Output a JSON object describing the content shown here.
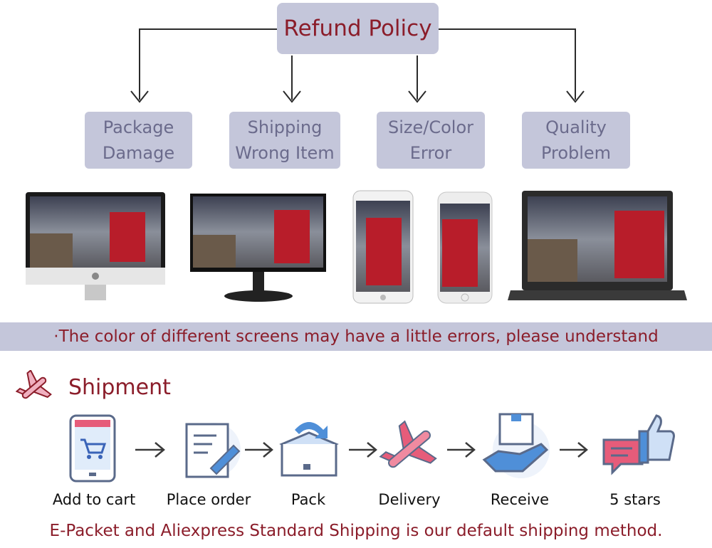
{
  "refund": {
    "title": "Refund Policy",
    "reasons": [
      {
        "line1": "Package",
        "line2": "Damage"
      },
      {
        "line1": "Shipping",
        "line2": "Wrong Item"
      },
      {
        "line1": "Size/Color",
        "line2": "Error"
      },
      {
        "line1": "Quality",
        "line2": "Problem"
      }
    ]
  },
  "devices": [
    "imac-screen",
    "desktop-monitor",
    "white-smartphone",
    "silver-smartphone",
    "laptop"
  ],
  "note": "·The color of different screens may have a little errors, please understand",
  "shipment": {
    "title": "Shipment",
    "steps": [
      "Add to cart",
      "Place order",
      "Pack",
      "Delivery",
      "Receive",
      "5 stars"
    ]
  },
  "footer": "E-Packet and Aliexpress Standard Shipping is our default shipping method.",
  "colors": {
    "accent": "#8b1d2a",
    "box": "#c4c6da",
    "box_text": "#6b6b8c",
    "icon_blue": "#4f8fd8",
    "icon_pink": "#e65c7a"
  }
}
